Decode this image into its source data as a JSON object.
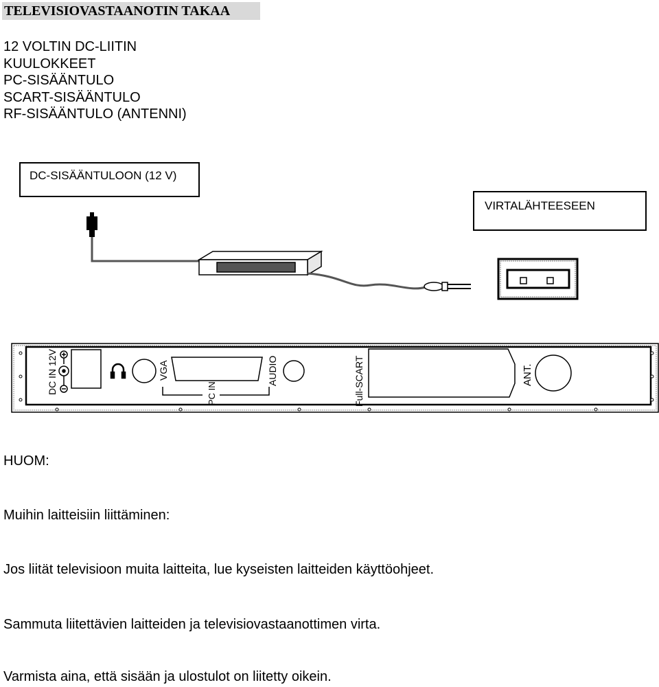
{
  "heading": "TELEVISIOVASTAANOTIN TAKAA",
  "connectors": [
    "12 VOLTIN DC-LIITIN",
    "KUULOKKEET",
    "PC-SISÄÄNTULO",
    "SCART-SISÄÄNTULO",
    "RF-SISÄÄNTULO (ANTENNI)"
  ],
  "diagram": {
    "dc_box_label": "DC-SISÄÄNTULOON (12 V)",
    "power_box_label": "VIRTALÄHTEESEEN",
    "panel_labels": {
      "dc_in": "DC IN 12V",
      "vga": "VGA",
      "pc_in": "PC IN",
      "audio": "AUDIO",
      "full_scart": "Full-SCART",
      "ant": "ANT."
    }
  },
  "notes": {
    "huom": "HUOM:",
    "connecting_title": "Muihin laitteisiin liittäminen:",
    "p1": "Jos liität televisioon muita laitteita, lue kyseisten laitteiden käyttöohjeet.",
    "p2": "Sammuta liitettävien laitteiden ja televisiovastaanottimen virta.",
    "p3": "Varmista aina, että sisään ja ulostulot on liitetty oikein."
  }
}
